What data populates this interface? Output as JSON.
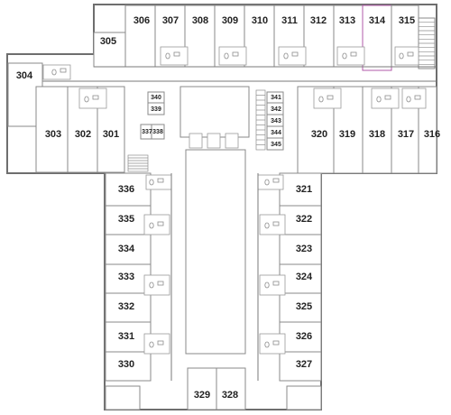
{
  "highlight_color": "#f4c6ea",
  "rooms": [
    {
      "id": "306",
      "label": "306"
    },
    {
      "id": "307",
      "label": "307"
    },
    {
      "id": "308",
      "label": "308"
    },
    {
      "id": "309",
      "label": "309"
    },
    {
      "id": "310",
      "label": "310"
    },
    {
      "id": "311",
      "label": "311"
    },
    {
      "id": "312",
      "label": "312"
    },
    {
      "id": "313",
      "label": "313"
    },
    {
      "id": "314",
      "label": "314",
      "highlighted": true
    },
    {
      "id": "315",
      "label": "315"
    },
    {
      "id": "305",
      "label": "305"
    },
    {
      "id": "304",
      "label": "304"
    },
    {
      "id": "303",
      "label": "303"
    },
    {
      "id": "302",
      "label": "302"
    },
    {
      "id": "301",
      "label": "301"
    },
    {
      "id": "340",
      "label": "340"
    },
    {
      "id": "339",
      "label": "339"
    },
    {
      "id": "337",
      "label": "337"
    },
    {
      "id": "338",
      "label": "338"
    },
    {
      "id": "341",
      "label": "341"
    },
    {
      "id": "342",
      "label": "342"
    },
    {
      "id": "343",
      "label": "343"
    },
    {
      "id": "344",
      "label": "344"
    },
    {
      "id": "345",
      "label": "345"
    },
    {
      "id": "320",
      "label": "320"
    },
    {
      "id": "319",
      "label": "319"
    },
    {
      "id": "318",
      "label": "318"
    },
    {
      "id": "317",
      "label": "317"
    },
    {
      "id": "316",
      "label": "316"
    },
    {
      "id": "336",
      "label": "336"
    },
    {
      "id": "335",
      "label": "335"
    },
    {
      "id": "334",
      "label": "334"
    },
    {
      "id": "333",
      "label": "333"
    },
    {
      "id": "332",
      "label": "332"
    },
    {
      "id": "331",
      "label": "331"
    },
    {
      "id": "330",
      "label": "330"
    },
    {
      "id": "329",
      "label": "329"
    },
    {
      "id": "328",
      "label": "328"
    },
    {
      "id": "321",
      "label": "321"
    },
    {
      "id": "322",
      "label": "322"
    },
    {
      "id": "323",
      "label": "323"
    },
    {
      "id": "324",
      "label": "324"
    },
    {
      "id": "325",
      "label": "325"
    },
    {
      "id": "326",
      "label": "326"
    },
    {
      "id": "327",
      "label": "327"
    }
  ]
}
